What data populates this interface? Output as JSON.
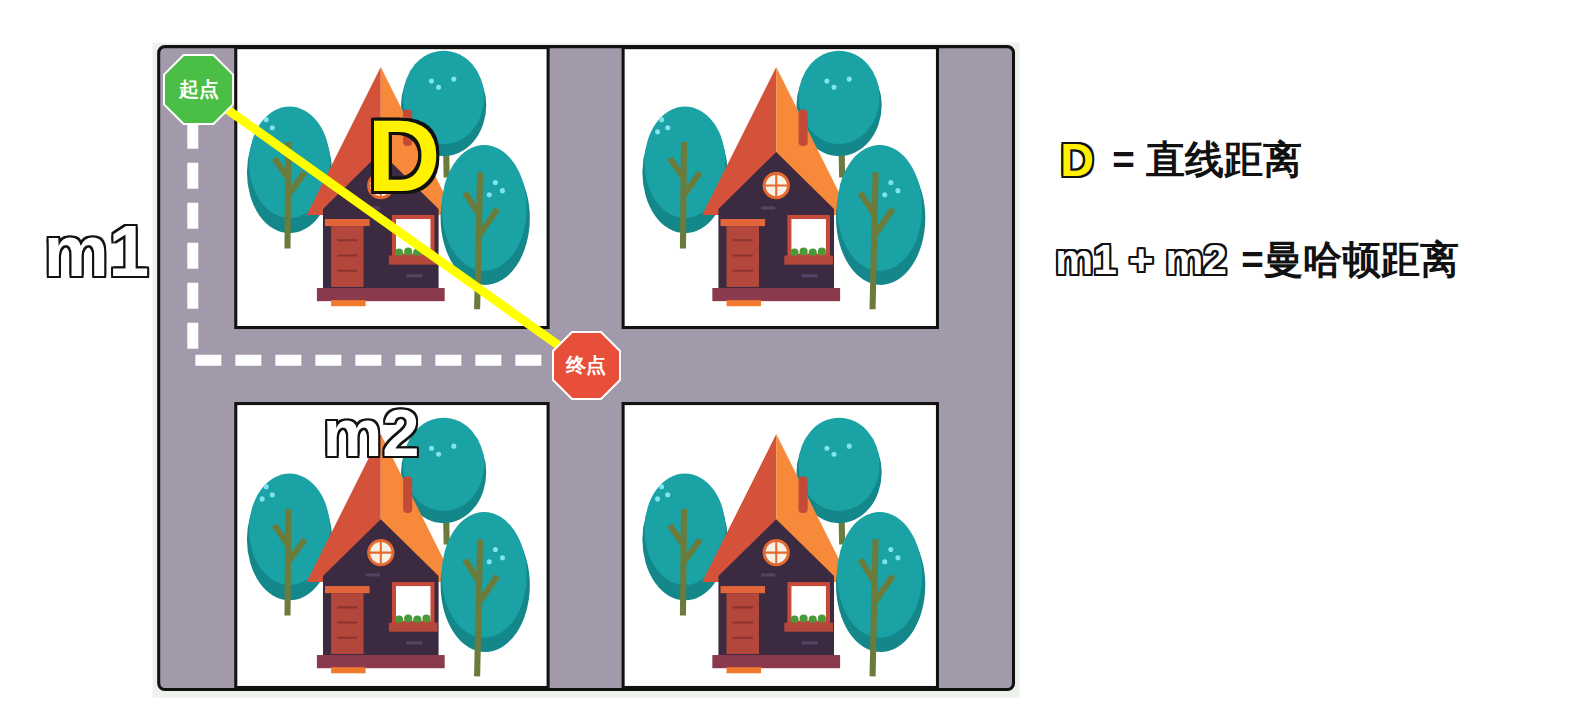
{
  "diagram": {
    "nodes": [
      {
        "text": [
          "起点"
        ]
      },
      {
        "text": [
          "终点"
        ]
      }
    ],
    "edges": [
      {
        "from": 0,
        "to": 1,
        "arrow": "none",
        "label": "D"
      },
      {
        "from": 0,
        "to": 1,
        "arrow": "none"
      }
    ],
    "labels": [
      "m1",
      "m2",
      "D",
      "= 直线距离",
      "m1 + m2",
      "=曼哈顿距离"
    ]
  }
}
